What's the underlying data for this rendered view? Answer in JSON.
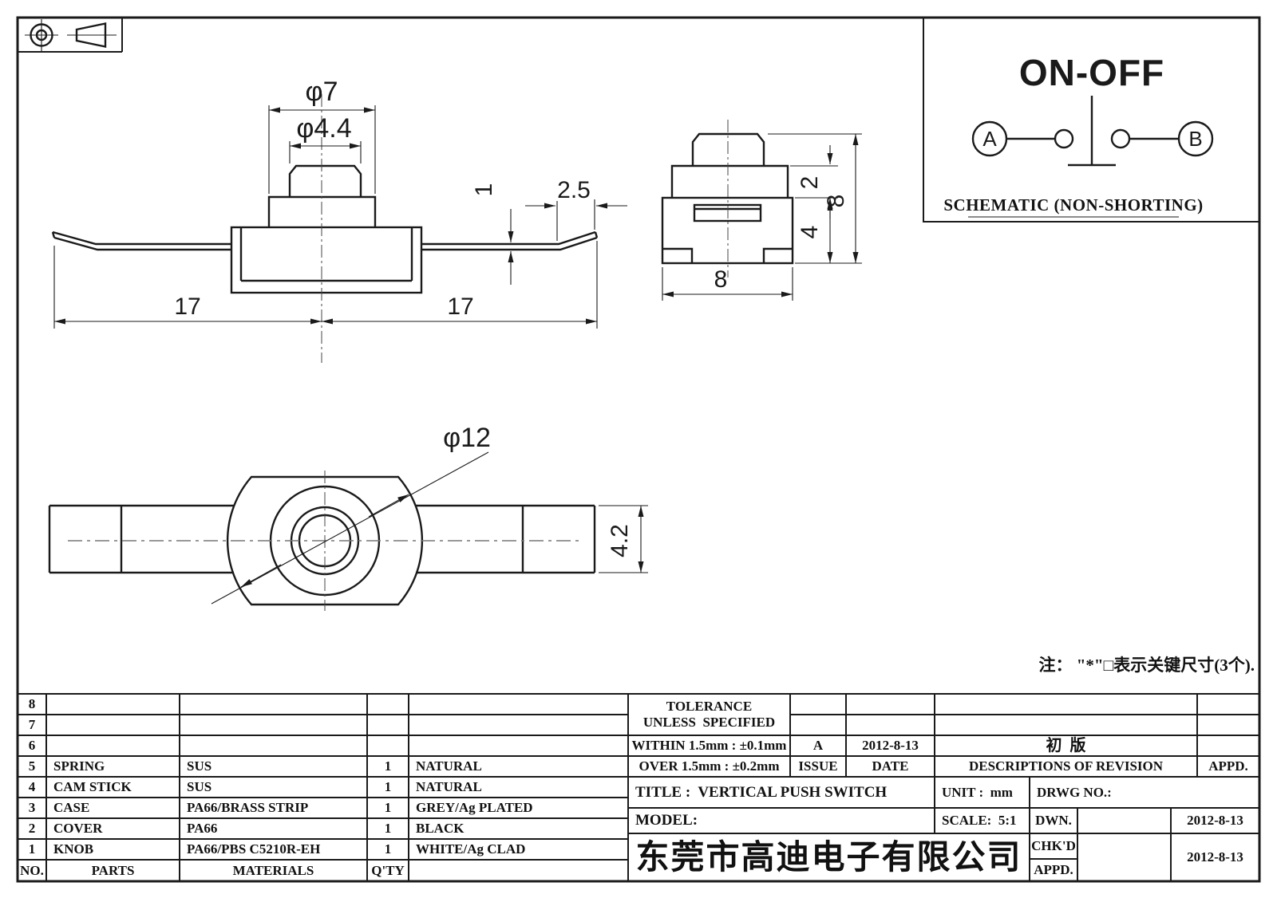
{
  "schematic": {
    "title": "ON-OFF",
    "terminal_a": "A",
    "terminal_b": "B",
    "caption": "SCHEMATIC (NON-SHORTING)"
  },
  "views": {
    "front": {
      "dia_outer": "φ7",
      "dia_knob": "φ4.4",
      "lead_thickness": "1",
      "tip_length": "2.5",
      "left_length": "17",
      "right_length": "17"
    },
    "side": {
      "step_height": "2",
      "body_height": "4",
      "total_height": "8",
      "width": "8"
    },
    "bottom": {
      "boss_dia": "φ12",
      "strip_width": "4.2"
    }
  },
  "note": "注： \"*\"□表示关键尺寸(3个).",
  "bom": {
    "headers": {
      "no": "NO.",
      "parts": "PARTS",
      "materials": "MATERIALS",
      "qty": "Q'TY",
      "color": ""
    },
    "rows": [
      {
        "no": "8",
        "part": "",
        "material": "",
        "qty": "",
        "color": ""
      },
      {
        "no": "7",
        "part": "",
        "material": "",
        "qty": "",
        "color": ""
      },
      {
        "no": "6",
        "part": "",
        "material": "",
        "qty": "",
        "color": ""
      },
      {
        "no": "5",
        "part": "SPRING",
        "material": "SUS",
        "qty": "1",
        "color": "NATURAL"
      },
      {
        "no": "4",
        "part": "CAM STICK",
        "material": "SUS",
        "qty": "1",
        "color": "NATURAL"
      },
      {
        "no": "3",
        "part": "CASE",
        "material": "PA66/BRASS STRIP",
        "qty": "1",
        "color": "GREY/Ag PLATED"
      },
      {
        "no": "2",
        "part": "COVER",
        "material": "PA66",
        "qty": "1",
        "color": "BLACK"
      },
      {
        "no": "1",
        "part": "KNOB",
        "material": "PA66/PBS C5210R-EH",
        "qty": "1",
        "color": "WHITE/Ag CLAD"
      }
    ]
  },
  "tolerance": {
    "line1": "TOLERANCE",
    "line2": "UNLESS  SPECIFIED",
    "within": "WITHIN 1.5mm : ±0.1mm",
    "over": "OVER 1.5mm : ±0.2mm"
  },
  "revision": {
    "issue_value": "A",
    "date_value": "2012-8-13",
    "desc_value": "初  版",
    "issue_label": "ISSUE",
    "date_label": "DATE",
    "desc_label": "DESCRIPTIONS OF REVISION",
    "appd_label": "APPD."
  },
  "titleblock": {
    "title": "TITLE :  VERTICAL PUSH SWITCH",
    "unit": "UNIT :  mm",
    "drwg": "DRWG NO.:",
    "model": "MODEL:",
    "scale": "SCALE:  5:1",
    "dwn_label": "DWN.",
    "dwn_date": "2012-8-13",
    "chkd_label": "CHK'D",
    "appd_label": "APPD.",
    "chk_date": "2012-8-13",
    "company": "东莞市高迪电子有限公司"
  }
}
